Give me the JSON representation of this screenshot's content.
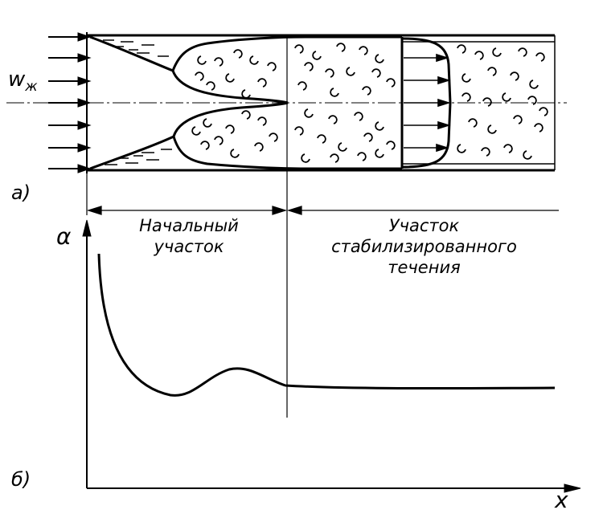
{
  "inlet_velocity_label": "w",
  "inlet_velocity_subscript": "ж",
  "panel_a_label": "а)",
  "panel_b_label": "б)",
  "section_initial_line1": "Начальный",
  "section_initial_line2": "участок",
  "section_stabilized_line1": "Участок",
  "section_stabilized_line2": "стабилизированного",
  "section_stabilized_line3": "течения",
  "y_axis_label": "α",
  "x_axis_label": "x"
}
